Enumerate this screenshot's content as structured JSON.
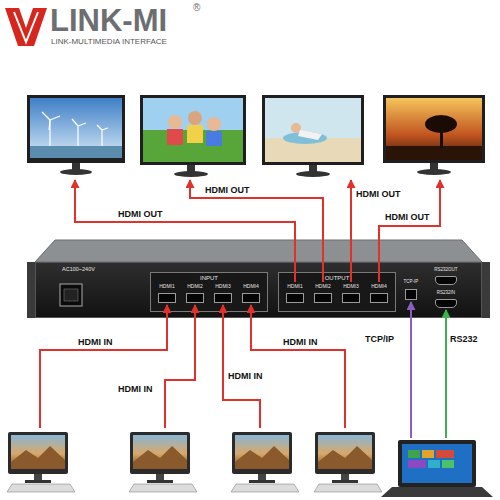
{
  "diagram": {
    "nodes": [
      {
        "text": [
          "AC100~240V"
        ]
      },
      {
        "text": [
          "INPUT"
        ],
        "in": 0
      },
      {
        "text": [
          "HDMI1"
        ],
        "in": 1
      },
      {
        "text": [
          "HDMI2"
        ],
        "in": 1
      },
      {
        "text": [
          "HDMI3"
        ],
        "in": 1
      },
      {
        "text": [
          "HDMI4"
        ],
        "in": 1
      },
      {
        "text": [
          "OUTPUT"
        ],
        "in": 0
      },
      {
        "text": [
          "HDMI1"
        ],
        "in": 6
      },
      {
        "text": [
          "HDMI2"
        ],
        "in": 6
      },
      {
        "text": [
          "HDMI3"
        ],
        "in": 6
      },
      {
        "text": [
          "HDMI4"
        ],
        "in": 6
      },
      {
        "text": [
          "TCP-IP"
        ],
        "in": 0
      },
      {
        "text": [
          "RS232OUT"
        ],
        "in": 0
      },
      {
        "text": [
          "RS232IN"
        ],
        "in": 0
      }
    ],
    "labels": [
      "LINK-MI",
      "®",
      "LINK-MULTIMEDIA INTERFACE",
      "HDMI OUT",
      "HDMI OUT",
      "HDMI OUT",
      "HDMI OUT",
      "HDMI IN",
      "HDMI IN",
      "HDMI IN",
      "HDMI IN",
      "TCP/IP",
      "RS232"
    ]
  }
}
